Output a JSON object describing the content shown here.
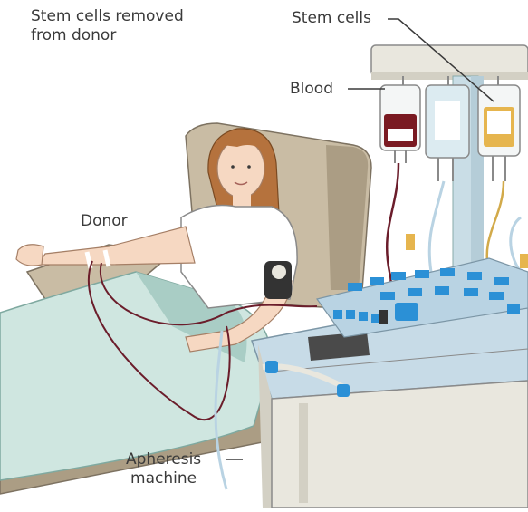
{
  "labels": {
    "title_line1": "Stem cells removed",
    "title_line2": "from donor",
    "stem_cells": "Stem cells",
    "blood": "Blood",
    "donor": "Donor",
    "apheresis_line1": "Apheresis",
    "apheresis_line2": "machine"
  },
  "colors": {
    "chair": "#c9bca4",
    "chair_shadow": "#ab9d84",
    "blanket": "#cfe6e0",
    "blanket_shadow": "#a9cdc5",
    "shirt": "#ffffff",
    "skin": "#f6d8c2",
    "hair": "#b5723d",
    "machine_body": "#e9e7de",
    "machine_top": "#b9d3e3",
    "connector_blue": "#2b90d6",
    "blood_bag": "#7a1a22",
    "stem_bag": "#e6b54e",
    "tube_red": "#6b1d2b",
    "tube_gold": "#d2aa4a",
    "label_text": "#3a3a3a"
  }
}
